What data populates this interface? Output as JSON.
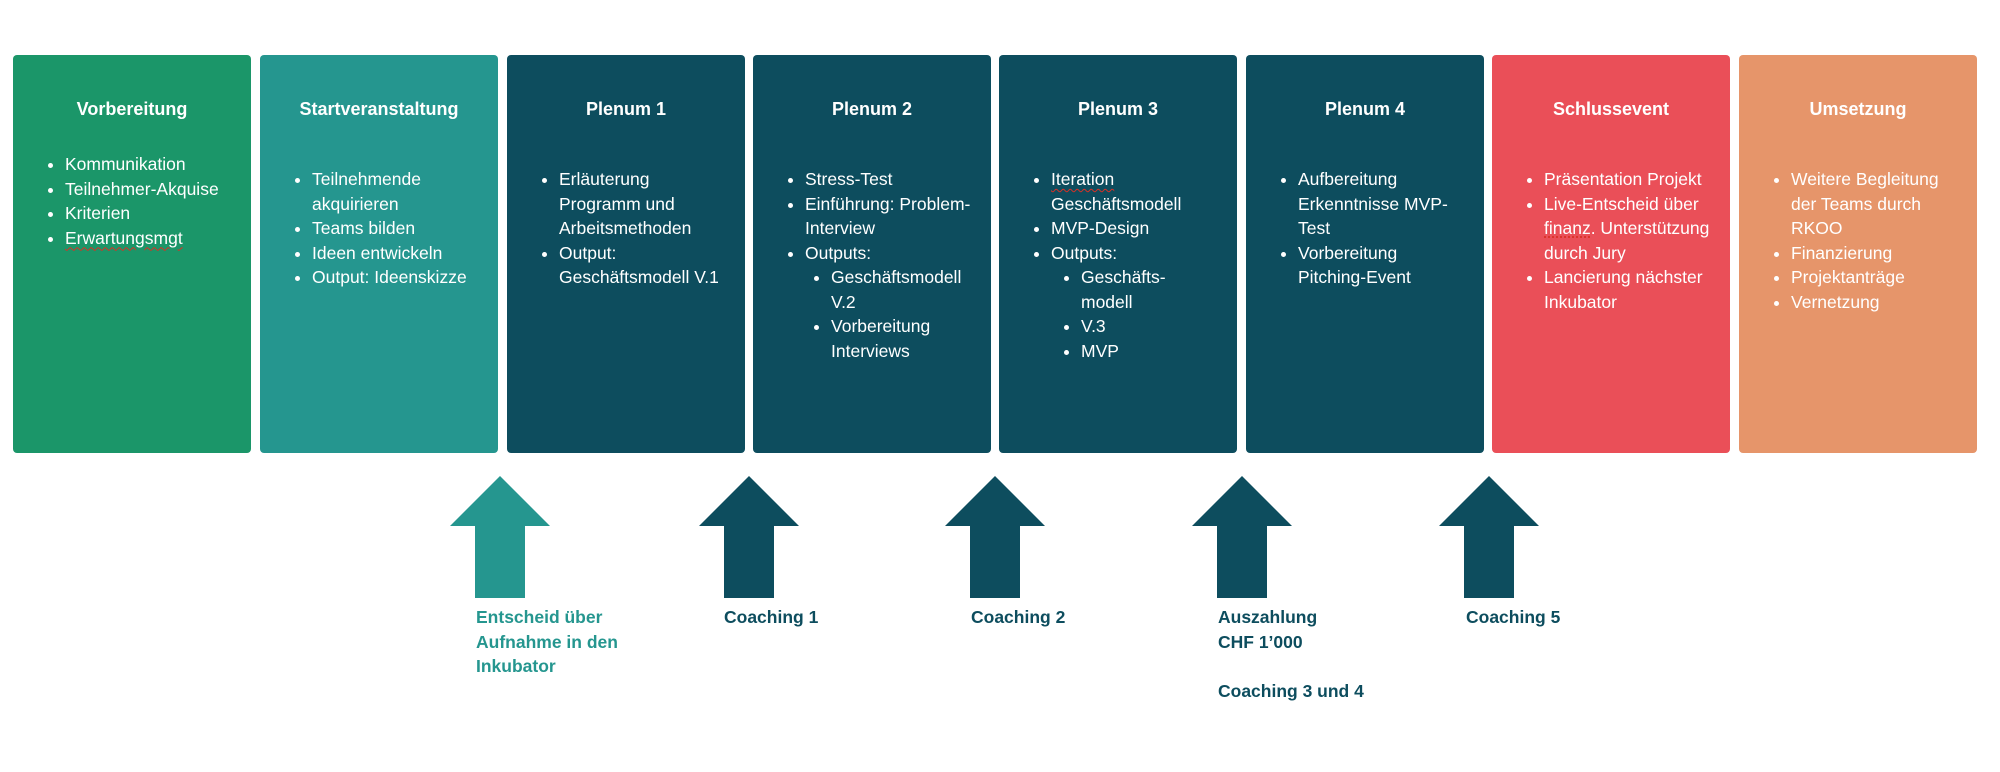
{
  "colors": {
    "green": "#1b9669",
    "teal": "#25968f",
    "dark_teal": "#0d4d5e",
    "red": "#ea4f58",
    "orange": "#e6956a"
  },
  "phases": [
    {
      "title": "Vorbereitung",
      "items": [
        "Kommunikation",
        "Teilnehmer-Akquise",
        "Kriterien",
        "Erwartungsmgt"
      ]
    },
    {
      "title": "Startveranstaltung",
      "items": [
        "Teilnehmende akquirieren",
        "Teams bilden",
        "Ideen entwickeln",
        "Output: Ideenskizze"
      ]
    },
    {
      "title": "Plenum 1",
      "items": [
        "Erläuterung Programm und Arbeitsmethoden",
        "Output: Geschäftsmodell V.1"
      ]
    },
    {
      "title": "Plenum 2",
      "items": [
        "Stress-Test",
        "Einführung: Problem-Interview",
        "Outputs:"
      ],
      "subitems": [
        "Geschäftsmodell V.2",
        "Vorbereitung Interviews"
      ]
    },
    {
      "title": "Plenum 3",
      "items": [
        "Iteration",
        "MVP-Design",
        "Outputs:"
      ],
      "item0_rest": "Geschäftsmodell",
      "subitems": [
        "Geschäfts-modell",
        "V.3",
        "MVP"
      ]
    },
    {
      "title": "Plenum 4",
      "items": [
        "Aufbereitung Erkenntnisse MVP-Test",
        "Vorbereitung Pitching-Event"
      ]
    },
    {
      "title": "Schlussevent",
      "items": [
        "Präsentation Projekt",
        "Live-Entscheid über",
        "Lancierung nächster Inkubator"
      ],
      "item1_underlined": "finanz",
      "item1_rest": ". Unterstützung durch Jury"
    },
    {
      "title": "Umsetzung",
      "items": [
        "Weitere Begleitung der Teams durch RKOO",
        "Finanzierung",
        "Projektanträge",
        "Vernetzung"
      ]
    }
  ],
  "milestones": [
    {
      "label": "Entscheid über\nAufnahme in den\nInkubator"
    },
    {
      "label": "Coaching 1"
    },
    {
      "label": "Coaching 2"
    },
    {
      "label": "Auszahlung\nCHF 1’000\n\nCoaching 3 und 4"
    },
    {
      "label": "Coaching 5"
    }
  ]
}
